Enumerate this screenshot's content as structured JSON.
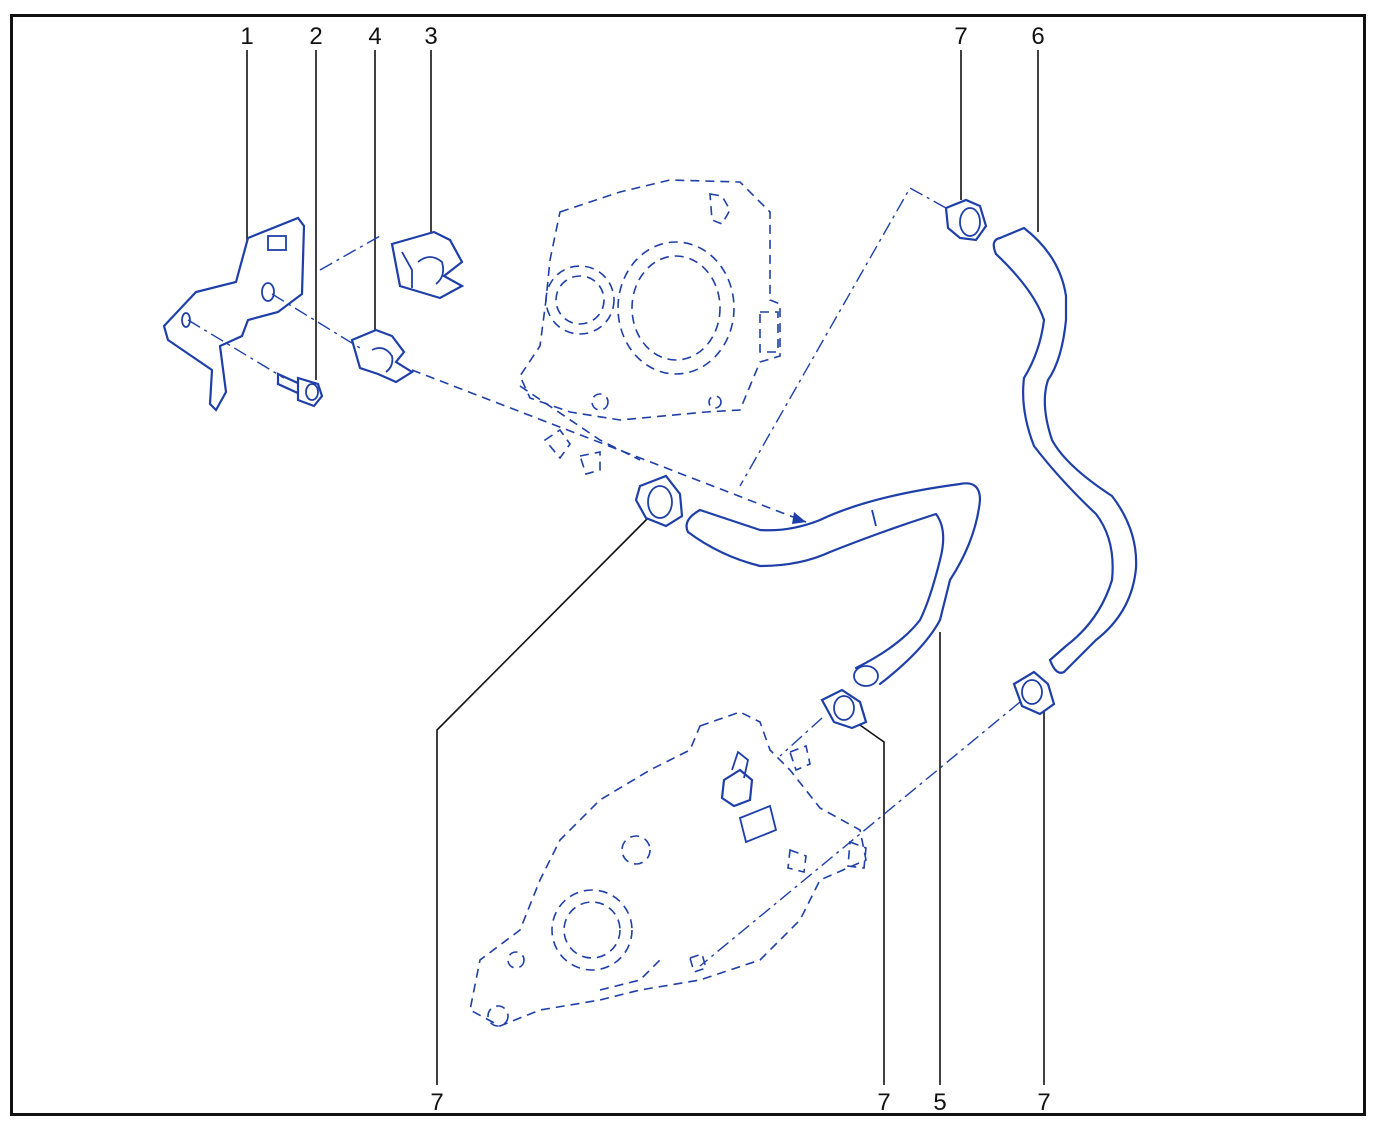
{
  "diagram": {
    "callouts": {
      "c1": "1",
      "c2": "2",
      "c4": "4",
      "c3": "3",
      "c7_top": "7",
      "c6": "6",
      "c7_bottom_left": "7",
      "c7_bottom_mid": "7",
      "c5": "5",
      "c7_bottom_right": "7"
    }
  }
}
